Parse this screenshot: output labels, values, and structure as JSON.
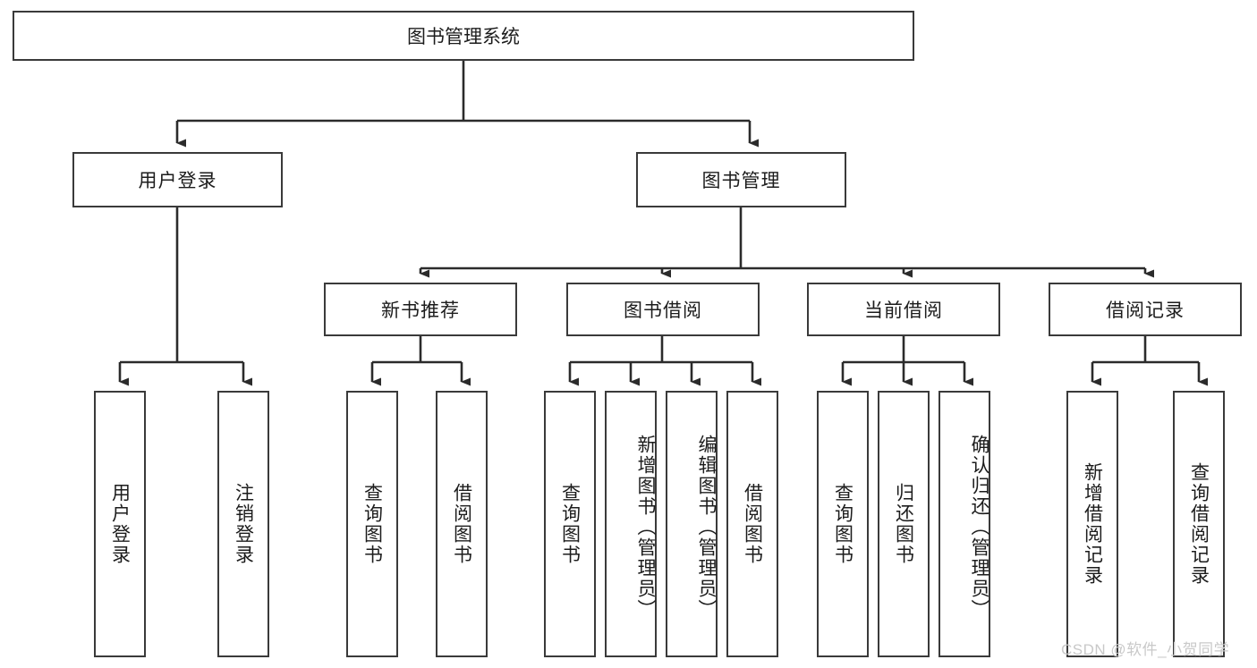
{
  "diagram": {
    "title": "图书管理系统",
    "type": "hierarchy-tree",
    "watermark": "CSDN @软件_小贺同学",
    "colors": {
      "box_border": "#3a3a3a",
      "box_fill": "#ffffff",
      "connector": "#2b2b2b",
      "text": "#1c1c1c",
      "watermark": "#c9c9c9"
    },
    "root": {
      "label": "图书管理系统"
    },
    "level2": [
      {
        "label": "用户登录"
      },
      {
        "label": "图书管理"
      }
    ],
    "level3": [
      {
        "label": "新书推荐"
      },
      {
        "label": "图书借阅"
      },
      {
        "label": "当前借阅"
      },
      {
        "label": "借阅记录"
      }
    ],
    "leaves": {
      "user_login": [
        {
          "label": "用户登录"
        },
        {
          "label": "注销登录"
        }
      ],
      "new_book": [
        {
          "label": "查询图书"
        },
        {
          "label": "借阅图书"
        }
      ],
      "book_borrow": [
        {
          "label": "查询图书"
        },
        {
          "label": "新增图书（管理员）"
        },
        {
          "label": "编辑图书（管理员）"
        },
        {
          "label": "借阅图书"
        }
      ],
      "current_borrow": [
        {
          "label": "查询图书"
        },
        {
          "label": "归还图书"
        },
        {
          "label": "确认归还（管理员）"
        }
      ],
      "borrow_record": [
        {
          "label": "新增借阅记录"
        },
        {
          "label": "查询借阅记录"
        }
      ]
    }
  }
}
